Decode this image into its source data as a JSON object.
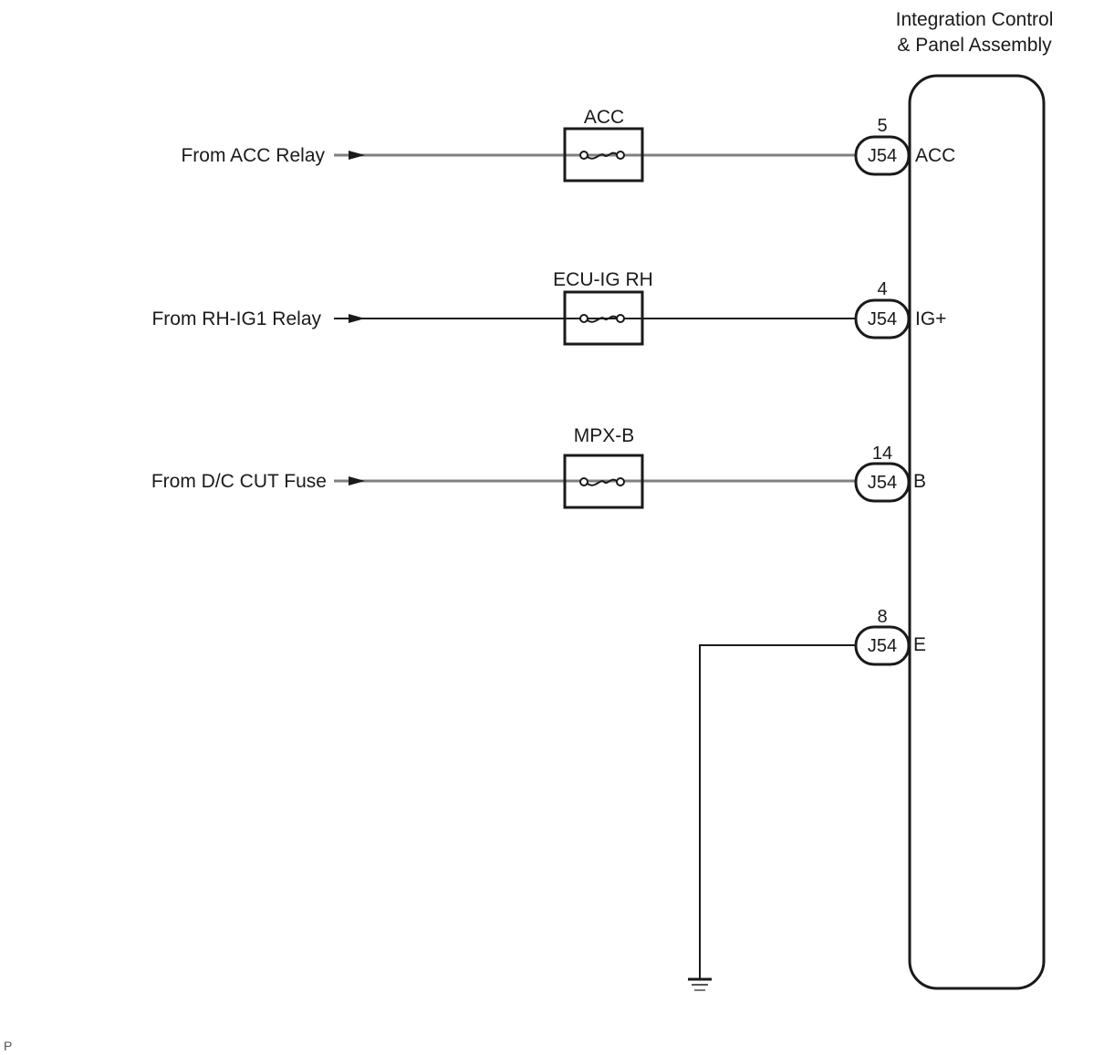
{
  "component": {
    "title_line1": "Integration Control",
    "title_line2": "& Panel Assembly"
  },
  "circuits": [
    {
      "source": "From ACC Relay",
      "fuse": "ACC",
      "connector": "J54",
      "pin_number": "5",
      "terminal": "ACC",
      "wire_color": "#808080"
    },
    {
      "source": "From RH-IG1 Relay",
      "fuse": "ECU-IG RH",
      "connector": "J54",
      "pin_number": "4",
      "terminal": "IG+",
      "wire_color": "#1a1a1a"
    },
    {
      "source": "From D/C CUT Fuse",
      "fuse": "MPX-B",
      "connector": "J54",
      "pin_number": "14",
      "terminal": "B",
      "wire_color": "#808080"
    }
  ],
  "ground": {
    "connector": "J54",
    "pin_number": "8",
    "terminal": "E",
    "wire_color": "#1a1a1a"
  },
  "footer_mark": "P"
}
